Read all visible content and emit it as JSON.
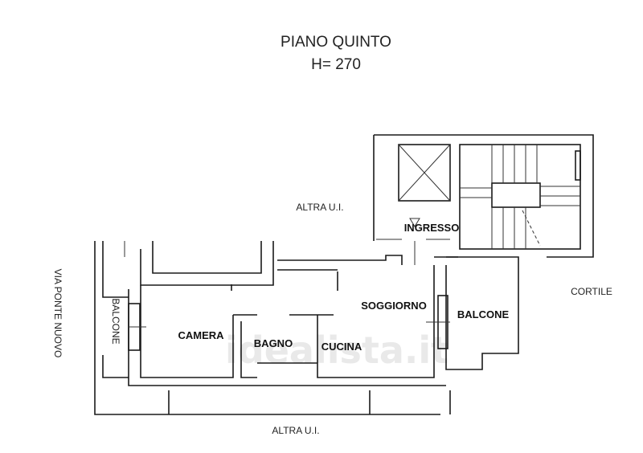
{
  "title": {
    "line1": "PIANO QUINTO",
    "line2": "H= 270"
  },
  "rooms": {
    "ingresso": "INGRESSO",
    "soggiorno": "SOGGIORNO",
    "camera": "CAMERA",
    "bagno": "BAGNO",
    "cucina": "CUCINA",
    "balcone_right": "BALCONE",
    "balcone_left": "BALCONE"
  },
  "context": {
    "altra_top": "ALTRA U.I.",
    "altra_bottom": "ALTRA U.I.",
    "cortile": "CORTILE",
    "street": "VIA PONTE NUOVO"
  },
  "watermark": "idealista.it",
  "colors": {
    "wall": "#1a1a1a",
    "background": "#ffffff"
  }
}
